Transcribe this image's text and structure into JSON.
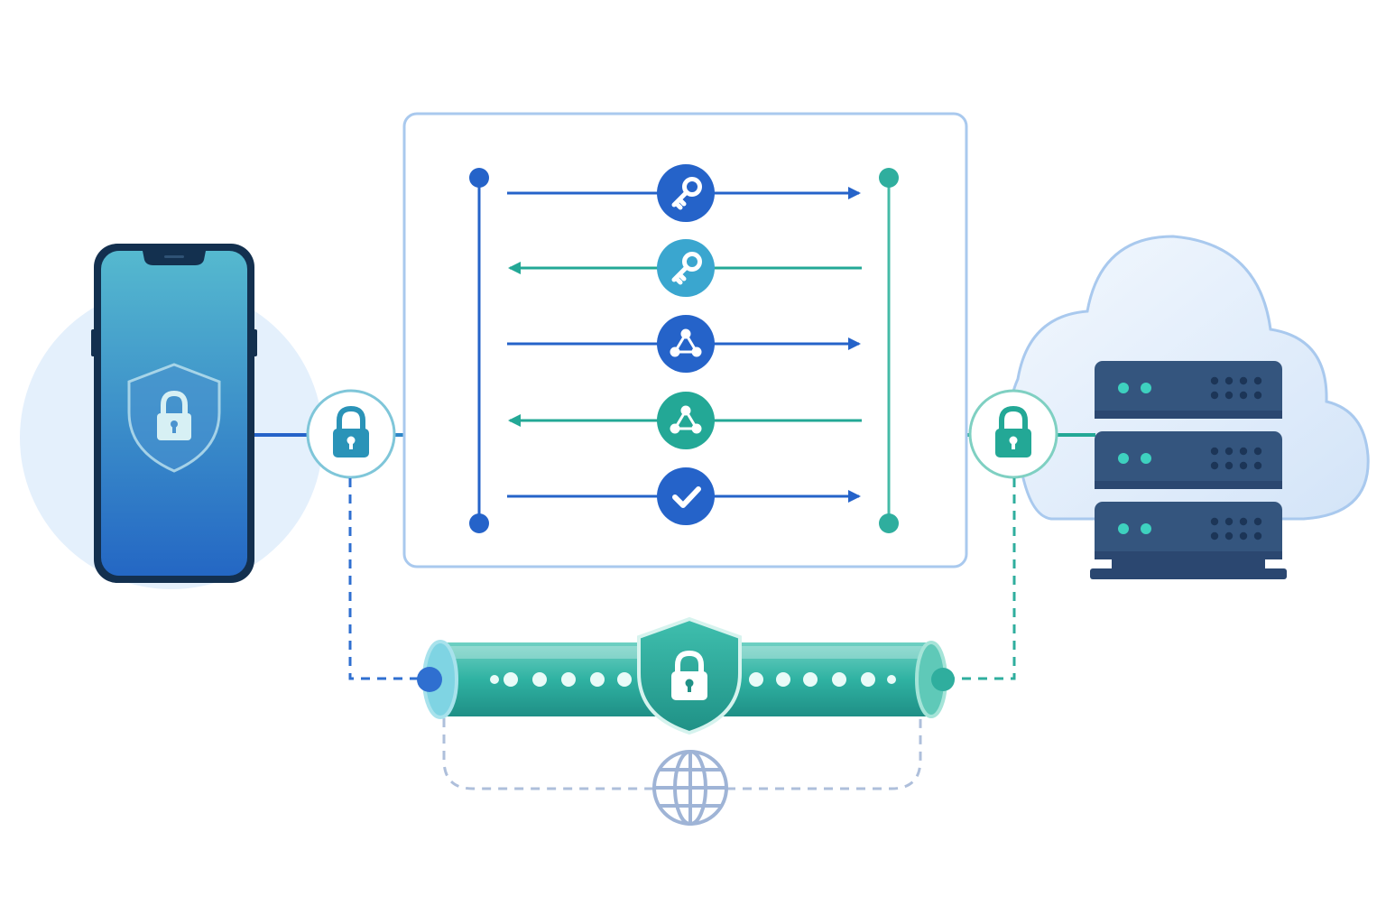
{
  "colors": {
    "blue": "#2563c9",
    "teal": "#23a896",
    "light_blue": "#dcebfb",
    "panel_border": "#a9c9ee",
    "server": "#34557e",
    "server_dark": "#2b4770",
    "globe": "#9fb4d6"
  },
  "icons": {
    "device": "smartphone-icon",
    "device_badge": "shield-lock-icon",
    "client_lock": "padlock-icon",
    "server_lock": "padlock-icon",
    "server": "server-rack-icon",
    "cloud": "cloud-icon",
    "tunnel": "encrypted-tunnel-icon",
    "tunnel_badge": "shield-lock-icon",
    "internet": "globe-icon"
  },
  "handshake": {
    "steps": [
      {
        "direction": "to-server",
        "icon": "key-icon",
        "color": "#2563c9"
      },
      {
        "direction": "to-client",
        "icon": "key-icon",
        "color": "#3aa6cf"
      },
      {
        "direction": "to-server",
        "icon": "key-exchange-icon",
        "color": "#2563c9"
      },
      {
        "direction": "to-client",
        "icon": "key-exchange-icon",
        "color": "#23a896"
      },
      {
        "direction": "to-server",
        "icon": "checkmark-icon",
        "color": "#2563c9"
      }
    ]
  }
}
